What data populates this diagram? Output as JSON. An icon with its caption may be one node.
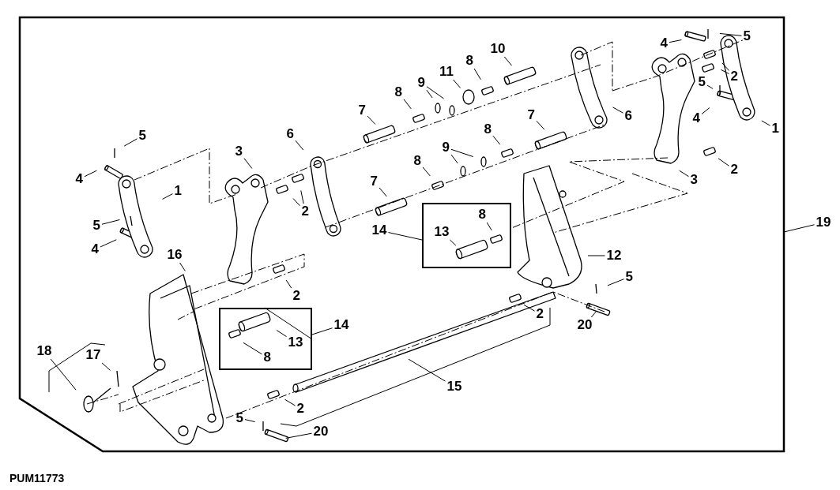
{
  "diagram": {
    "nodes": [
      {
        "text": [],
        "shape": "box"
      },
      {
        "text": [
          "10"
        ],
        "in": 0
      },
      {
        "text": [
          "4"
        ],
        "in": 0
      },
      {
        "text": [
          "5"
        ],
        "in": 0
      },
      {
        "text": [
          "8"
        ],
        "in": 0
      },
      {
        "text": [
          "11"
        ],
        "in": 0
      },
      {
        "text": [
          "2"
        ],
        "in": 0
      },
      {
        "text": [
          "5"
        ],
        "in": 0
      },
      {
        "text": [
          "9"
        ],
        "in": 0
      },
      {
        "text": [
          "8"
        ],
        "in": 0
      },
      {
        "text": [
          "7"
        ],
        "in": 0
      },
      {
        "text": [
          "7"
        ],
        "in": 0
      },
      {
        "text": [
          "6"
        ],
        "in": 0
      },
      {
        "text": [
          "4"
        ],
        "in": 0
      },
      {
        "text": [
          "1"
        ],
        "in": 0
      },
      {
        "text": [
          "8"
        ],
        "in": 0
      },
      {
        "text": [
          "6"
        ],
        "in": 0
      },
      {
        "text": [
          "5"
        ],
        "in": 0
      },
      {
        "text": [
          "9"
        ],
        "in": 0
      },
      {
        "text": [
          "3"
        ],
        "in": 0
      },
      {
        "text": [
          "8"
        ],
        "in": 0
      },
      {
        "text": [
          "2"
        ],
        "in": 0
      },
      {
        "text": [
          "4"
        ],
        "in": 0
      },
      {
        "text": [
          "3"
        ],
        "in": 0
      },
      {
        "text": [
          "7"
        ],
        "in": 0
      },
      {
        "text": [
          "1"
        ],
        "in": 0
      },
      {
        "text": [],
        "shape": "box",
        "in": 0
      },
      {
        "text": [
          "8"
        ],
        "in": 26
      },
      {
        "text": [
          "13"
        ],
        "in": 26
      },
      {
        "text": [
          "2"
        ],
        "in": 0
      },
      {
        "text": [
          "19"
        ]
      },
      {
        "text": [
          "5"
        ],
        "in": 0
      },
      {
        "text": [
          "14"
        ],
        "in": 0
      },
      {
        "text": [
          "4"
        ],
        "in": 0
      },
      {
        "text": [
          "16"
        ],
        "in": 0
      },
      {
        "text": [
          "12"
        ],
        "in": 0
      },
      {
        "text": [
          "5"
        ],
        "in": 0
      },
      {
        "text": [
          "2"
        ],
        "in": 0
      },
      {
        "text": [],
        "shape": "box",
        "in": 0
      },
      {
        "text": [
          "13"
        ],
        "in": 38
      },
      {
        "text": [
          "8"
        ],
        "in": 38
      },
      {
        "text": [
          "2"
        ],
        "in": 0
      },
      {
        "text": [
          "14"
        ],
        "in": 0
      },
      {
        "text": [
          "20"
        ],
        "in": 0
      },
      {
        "text": [
          "18"
        ],
        "in": 0
      },
      {
        "text": [
          "17"
        ],
        "in": 0
      },
      {
        "text": [
          "15"
        ],
        "in": 0
      },
      {
        "text": [
          "2"
        ],
        "in": 0
      },
      {
        "text": [
          "5"
        ],
        "in": 0
      },
      {
        "text": [
          "20"
        ],
        "in": 0
      }
    ],
    "edges": [
      {
        "from": 1,
        "to": null,
        "arrow": "none"
      },
      {
        "from": 2,
        "to": null,
        "arrow": "none"
      },
      {
        "from": 3,
        "to": null,
        "arrow": "none"
      },
      {
        "from": 4,
        "to": null,
        "arrow": "none"
      },
      {
        "from": 5,
        "to": null,
        "arrow": "none"
      },
      {
        "from": 6,
        "to": null,
        "arrow": "none"
      },
      {
        "from": 6,
        "to": null,
        "arrow": "none"
      },
      {
        "from": 7,
        "to": null,
        "arrow": "none"
      },
      {
        "from": 8,
        "to": null,
        "arrow": "none"
      },
      {
        "from": 8,
        "to": null,
        "arrow": "none"
      },
      {
        "from": 9,
        "to": null,
        "arrow": "none"
      },
      {
        "from": 10,
        "to": null,
        "arrow": "none"
      },
      {
        "from": 11,
        "to": null,
        "arrow": "none"
      },
      {
        "from": 12,
        "to": null,
        "arrow": "none"
      },
      {
        "from": 13,
        "to": null,
        "arrow": "none"
      },
      {
        "from": 14,
        "to": null,
        "arrow": "none"
      },
      {
        "from": 15,
        "to": null,
        "arrow": "none"
      },
      {
        "from": 16,
        "to": null,
        "arrow": "none"
      },
      {
        "from": 17,
        "to": null,
        "arrow": "none"
      },
      {
        "from": 18,
        "to": null,
        "arrow": "none"
      },
      {
        "from": 18,
        "to": null,
        "arrow": "none"
      },
      {
        "from": 19,
        "to": null,
        "arrow": "none"
      },
      {
        "from": 20,
        "to": null,
        "arrow": "none"
      },
      {
        "from": 21,
        "to": null,
        "arrow": "none"
      },
      {
        "from": 22,
        "to": null,
        "arrow": "none"
      },
      {
        "from": 23,
        "to": null,
        "arrow": "none"
      },
      {
        "from": 24,
        "to": null,
        "arrow": "none"
      },
      {
        "from": 25,
        "to": null,
        "arrow": "none"
      },
      {
        "from": 27,
        "to": null,
        "arrow": "none"
      },
      {
        "from": 28,
        "to": null,
        "arrow": "none"
      },
      {
        "from": 29,
        "to": null,
        "arrow": "none"
      },
      {
        "from": 29,
        "to": null,
        "arrow": "none"
      },
      {
        "from": 30,
        "to": 0,
        "arrow": "none"
      },
      {
        "from": 31,
        "to": null,
        "arrow": "none"
      },
      {
        "from": 32,
        "to": 26,
        "arrow": "none"
      },
      {
        "from": 33,
        "to": null,
        "arrow": "none"
      },
      {
        "from": 34,
        "to": null,
        "arrow": "none"
      },
      {
        "from": 35,
        "to": null,
        "arrow": "none"
      },
      {
        "from": 36,
        "to": null,
        "arrow": "none"
      },
      {
        "from": 37,
        "to": null,
        "arrow": "none"
      },
      {
        "from": 39,
        "to": null,
        "arrow": "none"
      },
      {
        "from": 40,
        "to": null,
        "arrow": "none"
      },
      {
        "from": 41,
        "to": null,
        "arrow": "none"
      },
      {
        "from": 42,
        "to": 38,
        "arrow": "none"
      },
      {
        "from": 43,
        "to": null,
        "arrow": "none"
      },
      {
        "from": 44,
        "to": null,
        "arrow": "none"
      },
      {
        "from": 45,
        "to": null,
        "arrow": "none"
      },
      {
        "from": 46,
        "to": null,
        "arrow": "none"
      },
      {
        "from": 47,
        "to": null,
        "arrow": "none"
      },
      {
        "from": 48,
        "to": null,
        "arrow": "none"
      },
      {
        "from": 49,
        "to": null,
        "arrow": "none"
      }
    ],
    "labels": [
      "PUM11773"
    ]
  }
}
